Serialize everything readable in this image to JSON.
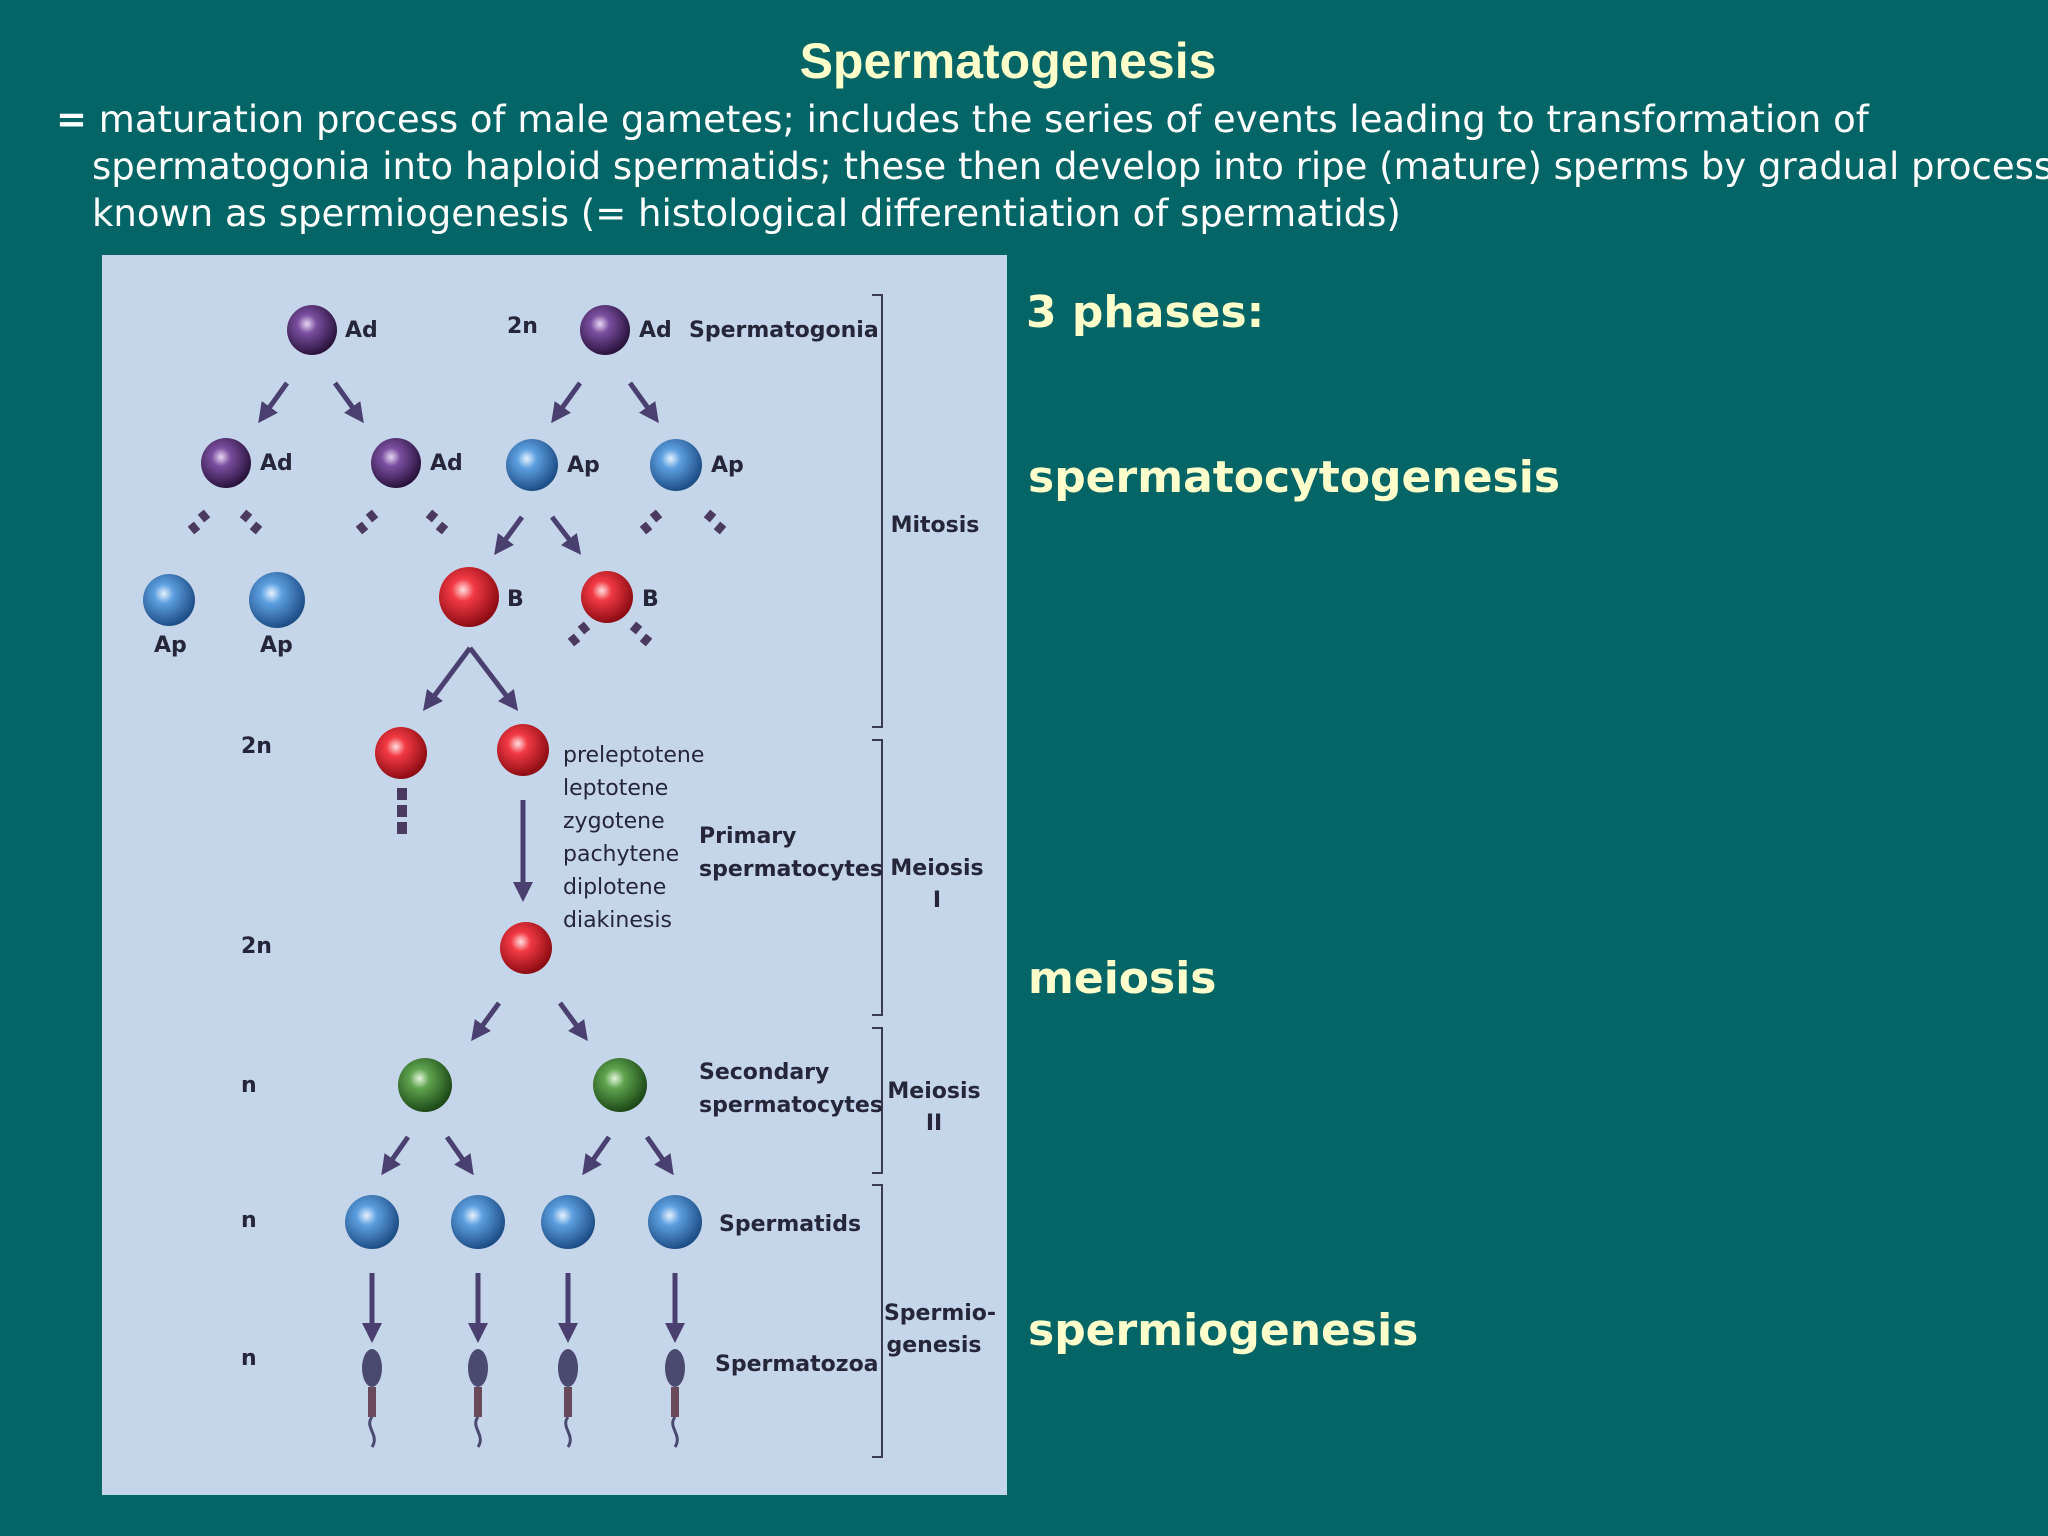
{
  "slide": {
    "title": "Spermatogenesis",
    "definition": {
      "eq_mark": "=",
      "line1": "maturation process of male gametes;  includes the series of events leading to transformation of",
      "line2": "spermatogonia into haploid spermatids; these then develop into ripe (mature) sperms by gradual process",
      "line3": "known as spermiogenesis (= histological differentiation of spermatids)"
    },
    "phases_heading": "3 phases:",
    "phase_labels": [
      "spermatocytogenesis",
      "meiosis",
      "spermiogenesis"
    ]
  },
  "diagram": {
    "cell_labels": {
      "ad": "Ad",
      "ap": "Ap",
      "b": "B"
    },
    "ploidy": {
      "diploid": "2n",
      "haploid": "n"
    },
    "stage_labels": {
      "spermatogonia": "Spermatogonia",
      "primary_1": "Primary",
      "primary_2": "spermatocytes",
      "secondary_1": "Secondary",
      "secondary_2": "spermatocytes",
      "spermatids": "Spermatids",
      "spermatozoa": "Spermatozoa"
    },
    "prophase_substages": [
      "preleptotene",
      "leptotene",
      "zygotene",
      "pachytene",
      "diplotene",
      "diakinesis"
    ],
    "division_labels": {
      "mitosis": "Mitosis",
      "meiosis1_a": "Meiosis",
      "meiosis1_b": "I",
      "meiosis2_a": "Meiosis",
      "meiosis2_b": "II",
      "spermio_a": "Spermio-",
      "spermio_b": "genesis"
    },
    "colors": {
      "ad_cell": "#4A2A6A",
      "ap_cell": "#3D7EC2",
      "b_cell": "#E0202C",
      "secondary_cell": "#3E7A33",
      "spermatid_cell": "#3D7EC2",
      "arrow": "#4A4070",
      "panel_bg": "#C6D6EA",
      "slide_bg": "#036565",
      "heading": "#FFFFCC"
    }
  }
}
